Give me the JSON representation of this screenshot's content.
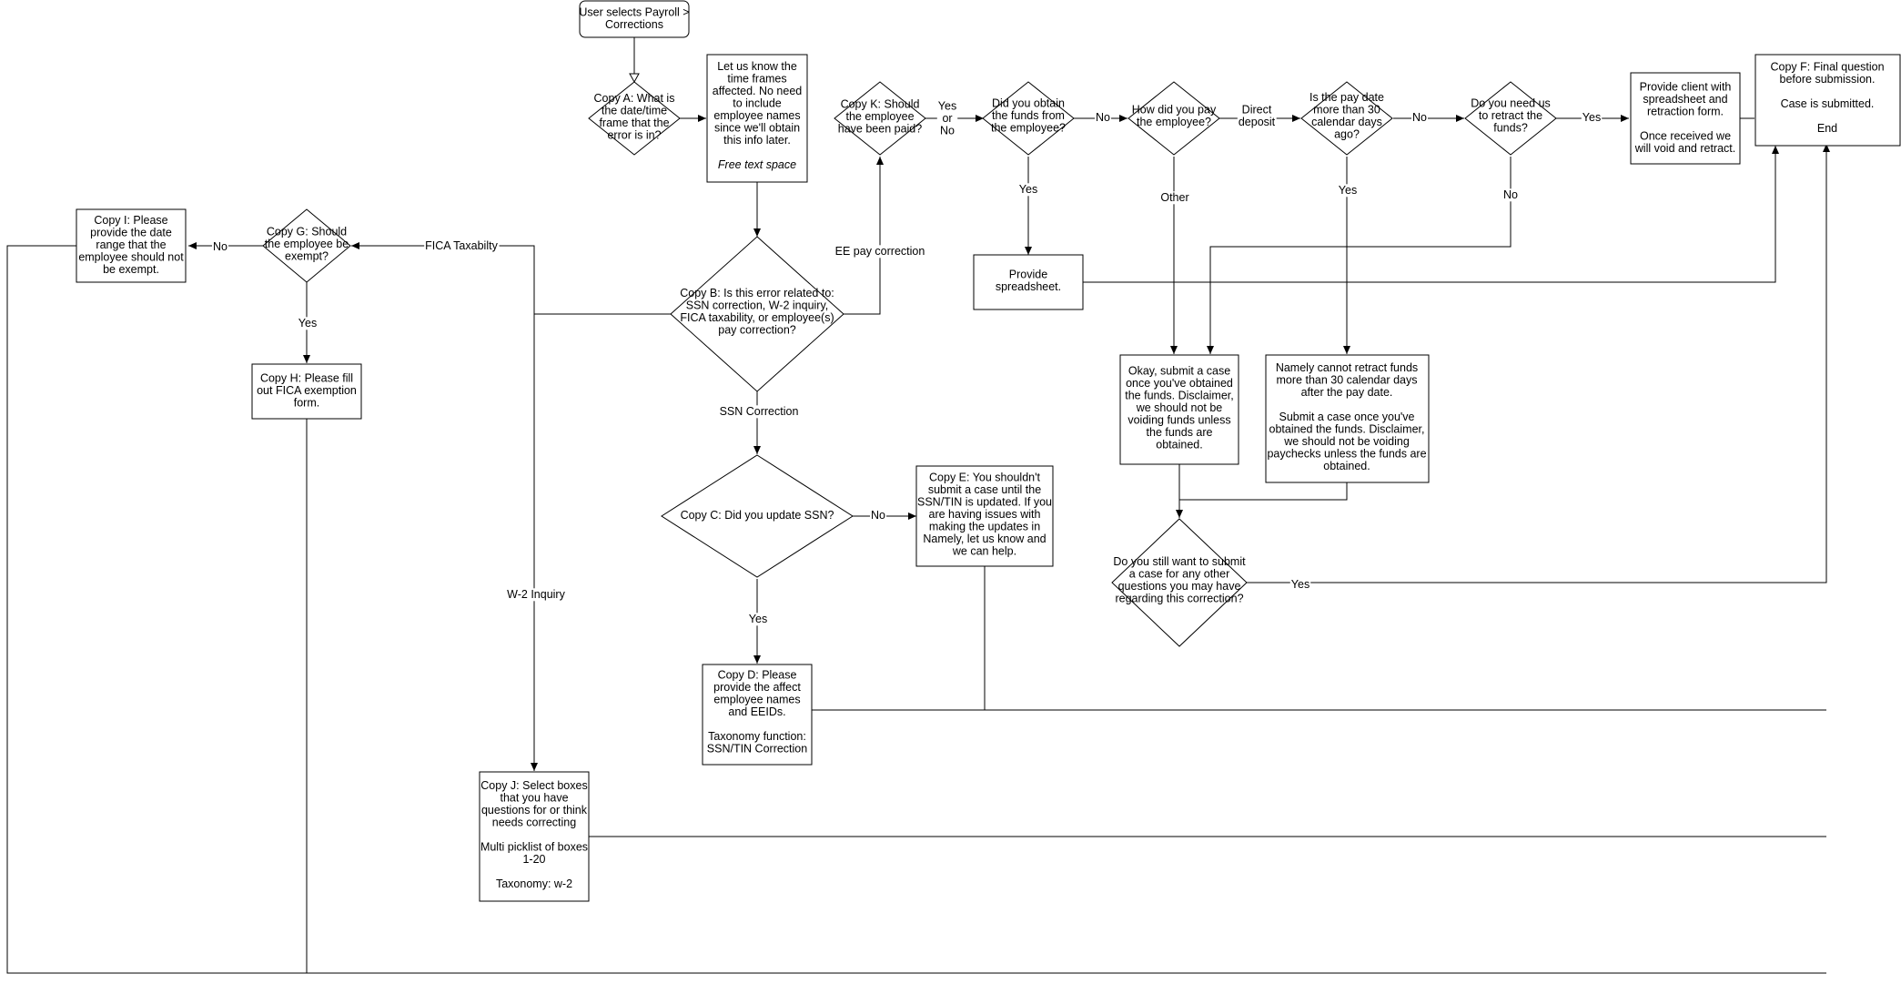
{
  "nodes": {
    "start": {
      "lines": [
        "User selects Payroll >",
        "Corrections"
      ]
    },
    "copy_a": {
      "lines": [
        "Copy A: What is",
        "the date/time",
        "frame that the",
        "error is in?"
      ]
    },
    "timeframes": {
      "lines": [
        "Let us know the",
        "time frames",
        "affected. No need",
        "to include",
        "employee names",
        "since we'll obtain",
        "this info later.",
        "",
        "Free text space"
      ]
    },
    "copy_k": {
      "lines": [
        "Copy K: Should",
        "the employee",
        "have been paid?"
      ]
    },
    "obtain_funds": {
      "lines": [
        "Did you obtain",
        "the funds from",
        "the employee?"
      ]
    },
    "how_pay": {
      "lines": [
        "How did you pay",
        "the employee?"
      ]
    },
    "pay_date_30": {
      "lines": [
        "Is the pay date",
        "more than 30",
        "calendar days",
        "ago?"
      ]
    },
    "retract": {
      "lines": [
        "Do you need us",
        "to retract the",
        "funds?"
      ]
    },
    "provide_client": {
      "lines": [
        "Provide client with",
        "spreadsheet and",
        "retraction form.",
        "",
        "Once received we",
        "will void and retract."
      ]
    },
    "copy_f": {
      "lines": [
        "Copy F: Final question",
        "before submission.",
        "",
        "Case is submitted.",
        "",
        "End"
      ]
    },
    "copy_i": {
      "lines": [
        "Copy I: Please",
        "provide the date",
        "range that the",
        "employee should not",
        "be exempt."
      ]
    },
    "copy_g": {
      "lines": [
        "Copy G: Should",
        "the employee be",
        "exempt?"
      ]
    },
    "copy_b": {
      "lines": [
        "Copy B: Is this error related to:",
        "SSN correction, W-2 inquiry,",
        "FICA taxability, or employee(s)",
        "pay correction?"
      ]
    },
    "provide_spreadsheet": {
      "lines": [
        "Provide",
        "spreadsheet."
      ]
    },
    "copy_h": {
      "lines": [
        "Copy H: Please fill",
        "out FICA exemption",
        "form."
      ]
    },
    "okay_submit": {
      "lines": [
        "Okay, submit a case",
        "once you've obtained",
        "the funds. Disclaimer,",
        "we should not be",
        "voiding funds unless",
        "the funds are",
        "obtained."
      ]
    },
    "namely_cannot": {
      "lines": [
        "Namely cannot retract funds",
        "more than 30 calendar days",
        "after the pay date.",
        "",
        "Submit a case once you've",
        "obtained the funds. Disclaimer,",
        "we should not be voiding",
        "paychecks unless the funds are",
        "obtained."
      ]
    },
    "copy_c": {
      "lines": [
        "Copy C: Did you update SSN?"
      ]
    },
    "copy_e": {
      "lines": [
        "Copy E: You shouldn't",
        "submit a case until the",
        "SSN/TIN is updated. If you",
        "are having issues with",
        "making the updates in",
        "Namely, let us know and",
        "we can help."
      ]
    },
    "still_submit": {
      "lines": [
        "Do you still want to submit",
        "a case for any other",
        "questions you may have",
        "regarding this correction?"
      ]
    },
    "copy_d": {
      "lines": [
        "Copy D: Please",
        "provide the affect",
        "employee names",
        "and EEIDs.",
        "",
        "Taxonomy function:",
        "SSN/TIN Correction"
      ]
    },
    "copy_j": {
      "lines": [
        "Copy J: Select boxes",
        "that you have",
        "questions for or think",
        "needs correcting",
        "",
        "Multi picklist of boxes",
        "1-20",
        "",
        "Taxonomy: w-2"
      ]
    }
  },
  "edge_labels": {
    "yes_or_no": [
      "Yes",
      "or",
      "No"
    ],
    "no_obtain": "No",
    "direct_deposit": [
      "Direct",
      "deposit"
    ],
    "no_30": "No",
    "yes_retract": "Yes",
    "no_g": "No",
    "fica": "FICA Taxabilty",
    "ee_pay": "EE pay correction",
    "yes_obtain": "Yes",
    "other": "Other",
    "yes_30": "Yes",
    "no_retract": "No",
    "yes_g": "Yes",
    "ssn_correction": "SSN Correction",
    "no_c": "No",
    "w2": "W-2 Inquiry",
    "yes_still": "Yes",
    "yes_c": "Yes"
  }
}
